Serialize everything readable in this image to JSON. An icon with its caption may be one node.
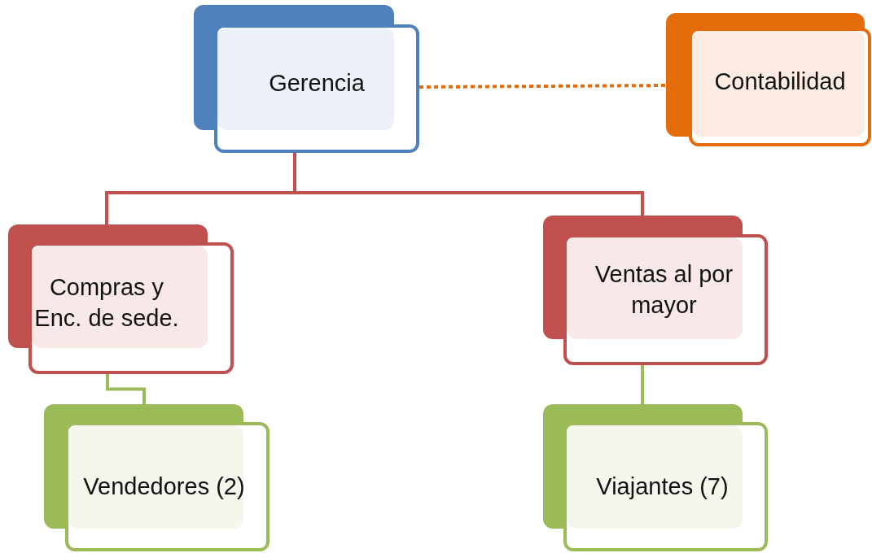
{
  "diagram": {
    "nodes": [
      {
        "text": [
          "Gerencia"
        ]
      },
      {
        "text": [
          "Contabilidad"
        ]
      },
      {
        "text": [
          "Compras y Enc. de sede."
        ]
      },
      {
        "text": [
          "Ventas al por mayor"
        ]
      },
      {
        "text": [
          "Vendedores (2)"
        ]
      },
      {
        "text": [
          "Viajantes (7)"
        ]
      }
    ],
    "edges": [
      {
        "from": 0,
        "to": 1,
        "arrow": "none",
        "style": "dashed",
        "color": "#e46c0a"
      },
      {
        "from": 0,
        "to": 2,
        "arrow": "none",
        "color": "#c0504d"
      },
      {
        "from": 0,
        "to": 3,
        "arrow": "none",
        "color": "#c0504d"
      },
      {
        "from": 2,
        "to": 4,
        "arrow": "none",
        "color": "#9bbb59"
      },
      {
        "from": 3,
        "to": 5,
        "arrow": "none",
        "color": "#9bbb59"
      }
    ]
  }
}
